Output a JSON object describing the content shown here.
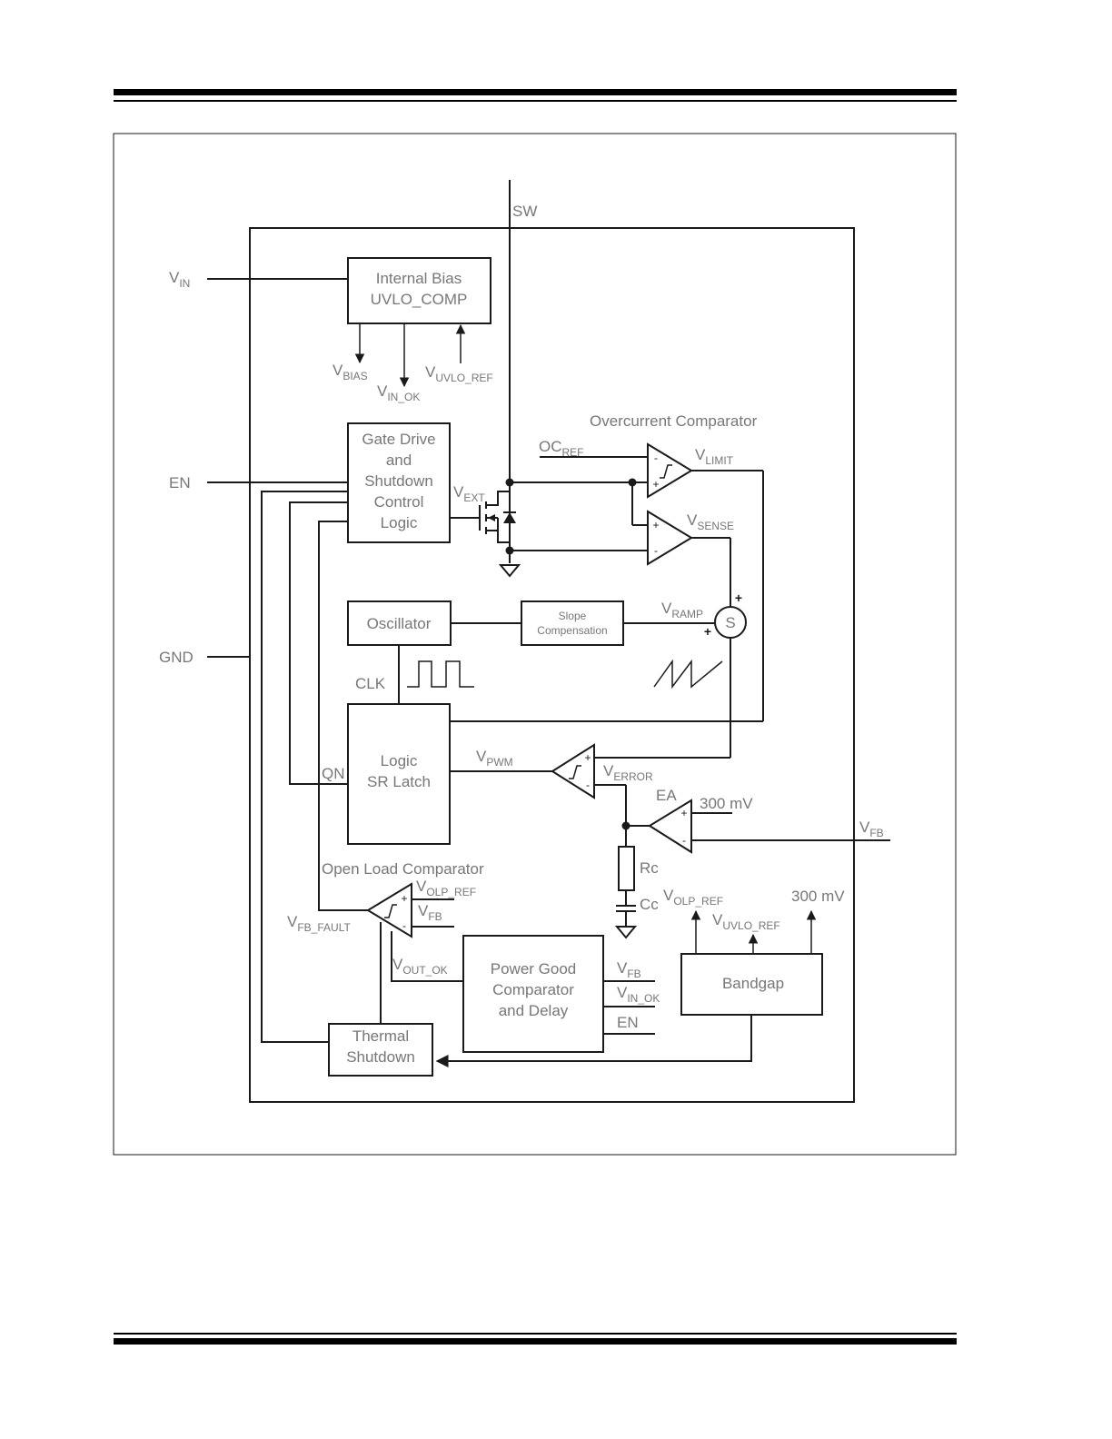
{
  "blocks": {
    "internal_bias": [
      "Internal Bias",
      "UVLO_COMP"
    ],
    "gate_drive": [
      "Gate Drive",
      "and",
      "Shutdown",
      "Control",
      "Logic"
    ],
    "oscillator": "Oscillator",
    "slope_comp": [
      "Slope",
      "Compensation"
    ],
    "logic_latch": [
      "Logic",
      "SR Latch"
    ],
    "power_good": [
      "Power Good",
      "Comparator",
      "and Delay"
    ],
    "bandgap": "Bandgap",
    "thermal": [
      "Thermal",
      "Shutdown"
    ]
  },
  "pins": {
    "vin": {
      "main": "V",
      "sub": "IN"
    },
    "en": "EN",
    "gnd": "GND",
    "sw": "SW",
    "vfb": {
      "main": "V",
      "sub": "FB"
    }
  },
  "labels": {
    "overcurrent_title": "Overcurrent Comparator",
    "open_load_title": "Open Load Comparator",
    "ea": "EA",
    "clk": "CLK",
    "qn": "QN",
    "rc": "Rc",
    "cc": "Cc",
    "mv_ea": "300 mV",
    "mv_bg": "300 mV",
    "s": "S",
    "v": "V",
    "oc": "OC",
    "sub_bias": "BIAS",
    "sub_in_ok": "IN_OK",
    "sub_uvlo_ref": "UVLO_REF",
    "sub_ref": "REF",
    "sub_limit": "LIMIT",
    "sub_sense": "SENSE",
    "sub_ext": "EXT",
    "sub_ramp": "RAMP",
    "sub_pwm": "PWM",
    "sub_error": "ERROR",
    "sub_olp_ref": "OLP_REF",
    "sub_fb": "FB",
    "sub_fb_fault": "FB_FAULT",
    "sub_out_ok": "OUT_OK",
    "pg_en": "EN"
  }
}
